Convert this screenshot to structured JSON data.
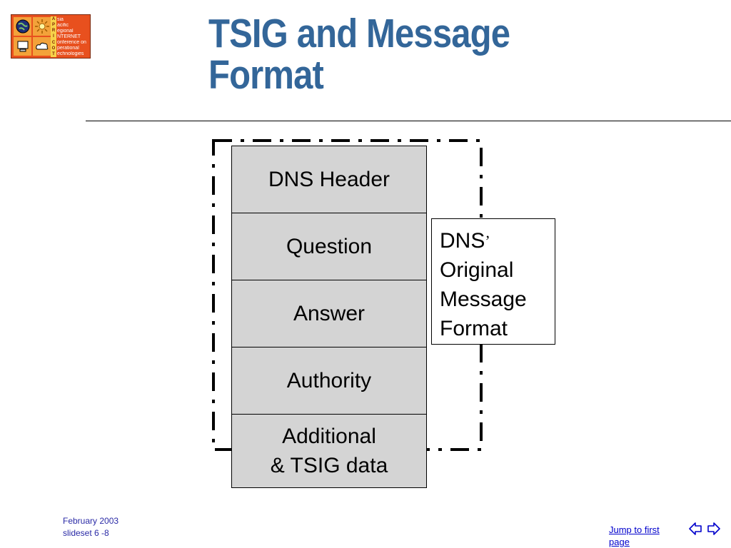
{
  "slide": {
    "title_line1": "TSIG and Message",
    "title_line2": "Format"
  },
  "logo": {
    "letters": [
      "A",
      "P",
      "R",
      "I",
      "C",
      "O",
      "T"
    ],
    "words": [
      "sia",
      "acific",
      "egional",
      "NTERNET",
      "onference on",
      "perational",
      "echnologies"
    ]
  },
  "diagram": {
    "sections": [
      "DNS Header",
      "Question",
      "Answer",
      "Authority"
    ],
    "last_section_line1": "Additional",
    "last_section_line2": "& TSIG data",
    "label_line1": "DNS",
    "label_mark": "’",
    "label_line2": "Original",
    "label_line3": "Message",
    "label_line4": "Format"
  },
  "footer": {
    "date": "February 2003",
    "slideset": "slideset 6 -8"
  },
  "nav": {
    "jump_line1": "Jump to first",
    "jump_line2": "page",
    "prev_icon": "left-arrow-outline-icon",
    "next_icon": "right-arrow-outline-icon"
  },
  "colors": {
    "title": "#336699",
    "box_fill": "#d4d4d4",
    "link": "#0000cc",
    "logo_orange": "#e8501e"
  }
}
